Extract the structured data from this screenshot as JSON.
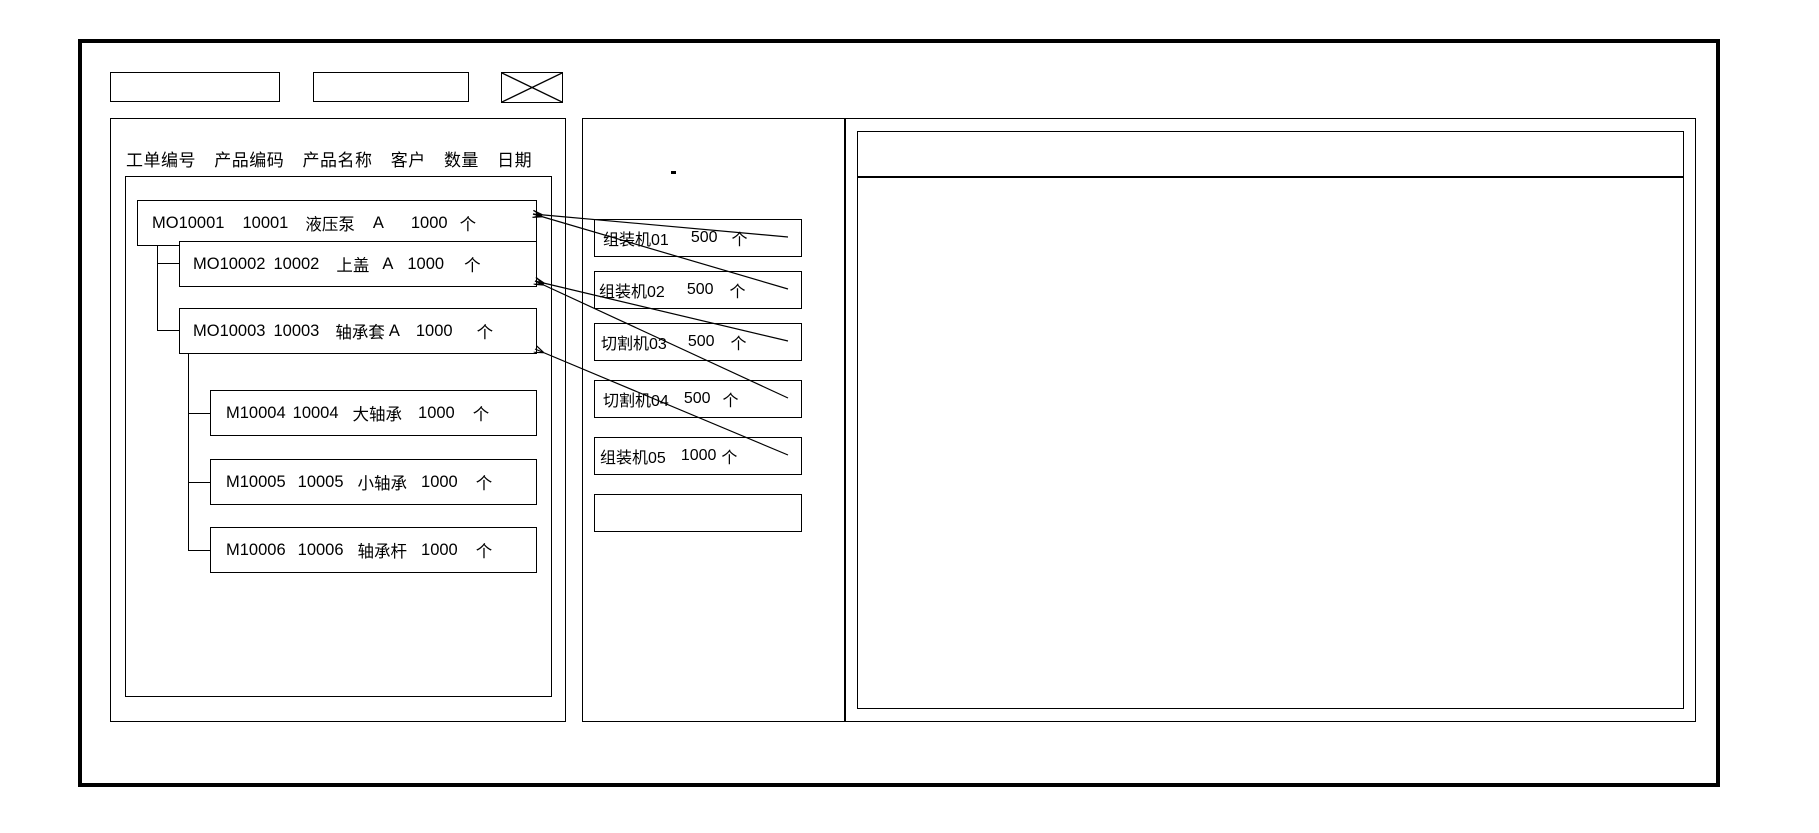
{
  "window": {
    "title": ""
  },
  "toolbar": {
    "field_1": "",
    "field_2": "",
    "close_icon": "close-x-icon"
  },
  "left_panel": {
    "name": "work-order-list-panel",
    "columns": [
      "工单编号",
      "产品编码",
      "产品名称",
      "客户",
      "数量",
      "日期"
    ],
    "rows": [
      {
        "level": 0,
        "order_no": "MO10001",
        "product_code": "10001",
        "product_name": "液压泵",
        "customer": "A",
        "qty": "1000",
        "unit": "个"
      },
      {
        "level": 1,
        "order_no": "MO10002",
        "product_code": "10002",
        "product_name": "上盖",
        "customer": "A",
        "qty": "1000",
        "unit": "个"
      },
      {
        "level": 1,
        "order_no": "MO10003",
        "product_code": "10003",
        "product_name": "轴承套",
        "customer": "A",
        "qty": "1000",
        "unit": "个"
      },
      {
        "level": 2,
        "order_no": "M10004",
        "product_code": "10004",
        "product_name": "大轴承",
        "customer": "",
        "qty": "1000",
        "unit": "个"
      },
      {
        "level": 2,
        "order_no": "M10005",
        "product_code": "10005",
        "product_name": "小轴承",
        "customer": "",
        "qty": "1000",
        "unit": "个"
      },
      {
        "level": 2,
        "order_no": "M10006",
        "product_code": "10006",
        "product_name": "轴承杆",
        "customer": "",
        "qty": "1000",
        "unit": "个"
      }
    ]
  },
  "middle_panel": {
    "name": "operation-list-panel",
    "operations": [
      {
        "machine": "组装机01",
        "qty": "500",
        "unit": "个"
      },
      {
        "machine": "组装机02",
        "qty": "500",
        "unit": "个"
      },
      {
        "machine": "切割机03",
        "qty": "500",
        "unit": "个"
      },
      {
        "machine": "切割机04",
        "qty": "500",
        "unit": "个"
      },
      {
        "machine": "组装机05",
        "qty": "1000",
        "unit": "个"
      },
      {
        "machine": "",
        "qty": "",
        "unit": ""
      }
    ]
  },
  "right_panel": {
    "name": "detail-panel",
    "header": "",
    "body": ""
  },
  "colors": {
    "stroke": "#000000",
    "background": "#ffffff"
  }
}
